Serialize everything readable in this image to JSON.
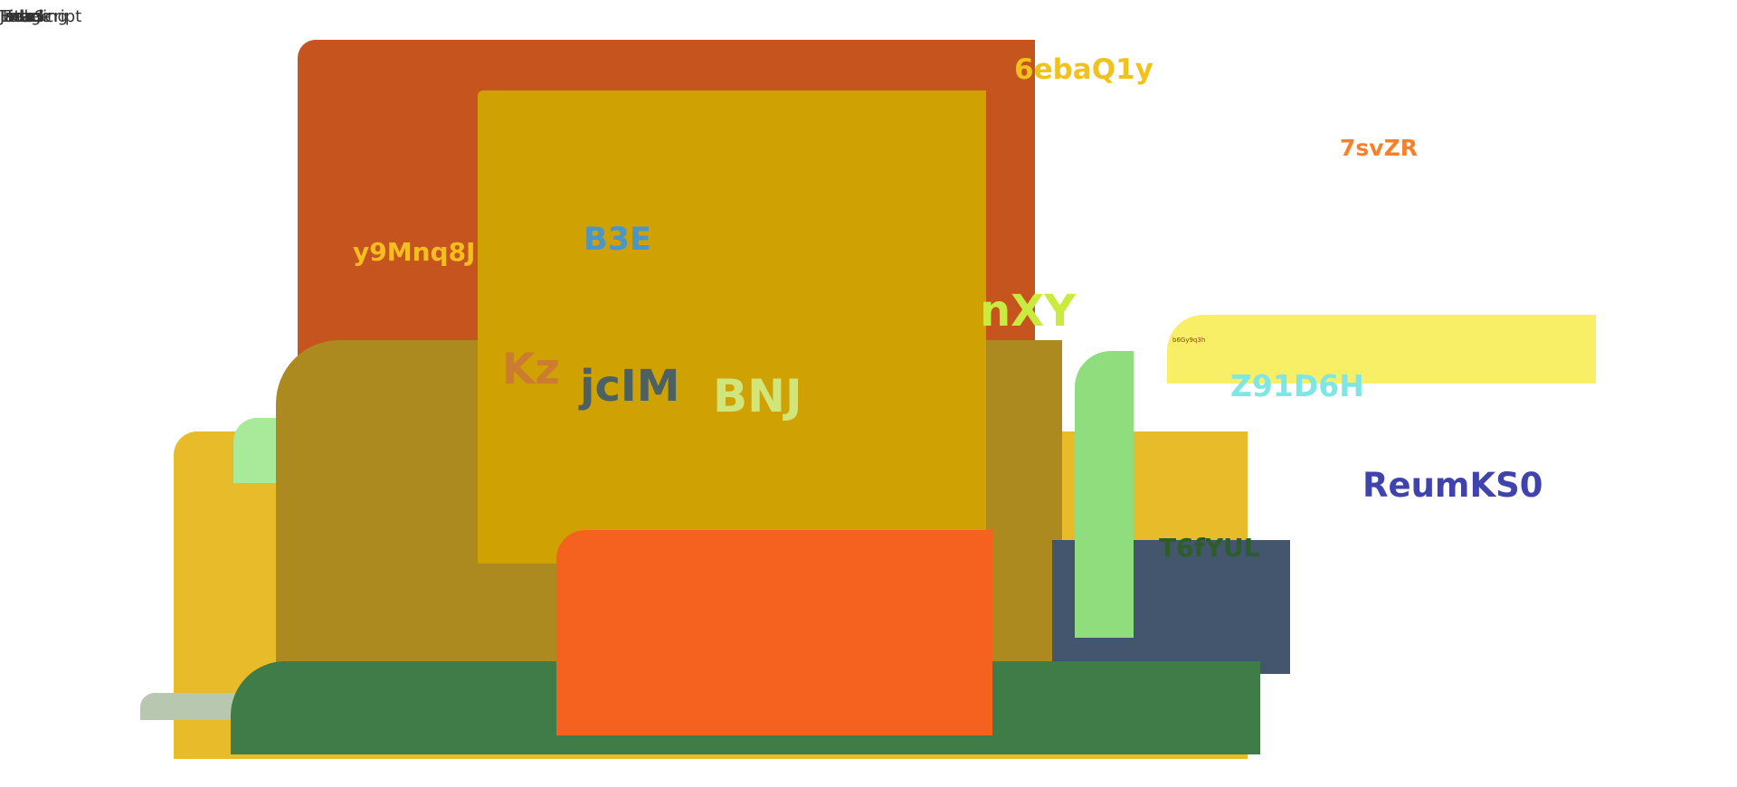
{
  "corner_labels": [
    "Title",
    "Image",
    "Heading",
    "Label",
    "Link",
    "JavaScript"
  ],
  "labels": {
    "l1": "6ebaQ1y",
    "l2": "7svZR",
    "l3": "y9Mnq8J",
    "l4": "B3E",
    "l5": "nXY",
    "l6": "Kz",
    "l7": "jcIM",
    "l8": "BNJ",
    "l9": "Z91D6H",
    "l10": "ReumKS0",
    "l11": "T6fYUL",
    "l12": "b6Gy9q3h"
  },
  "colors": {
    "burnt_orange": "#c6541e",
    "mustard": "#cfa103",
    "olive": "#ad8a20",
    "golden": "#e8bb2a",
    "orange": "#f5621f",
    "green_dark": "#3f7c48",
    "slate": "#43566e",
    "light_green": "#90dd7d",
    "pale_green": "#a8e99a",
    "sage": "#b8c7af",
    "yellow": "#f8ef67"
  }
}
